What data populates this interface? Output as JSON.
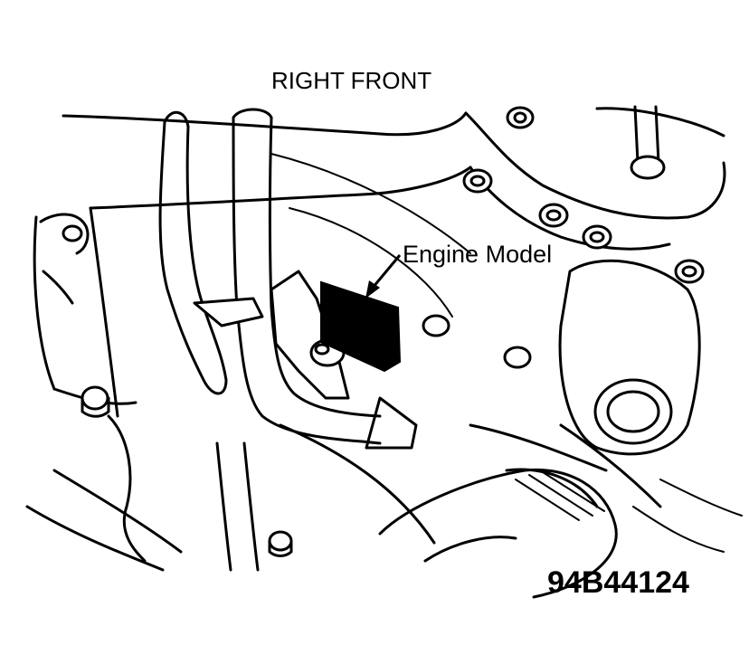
{
  "diagram": {
    "orientation_label": "RIGHT FRONT",
    "callout_label": "Engine Model",
    "figure_number": "94B44124",
    "colors": {
      "ink": "#000000",
      "paper": "#ffffff"
    }
  }
}
